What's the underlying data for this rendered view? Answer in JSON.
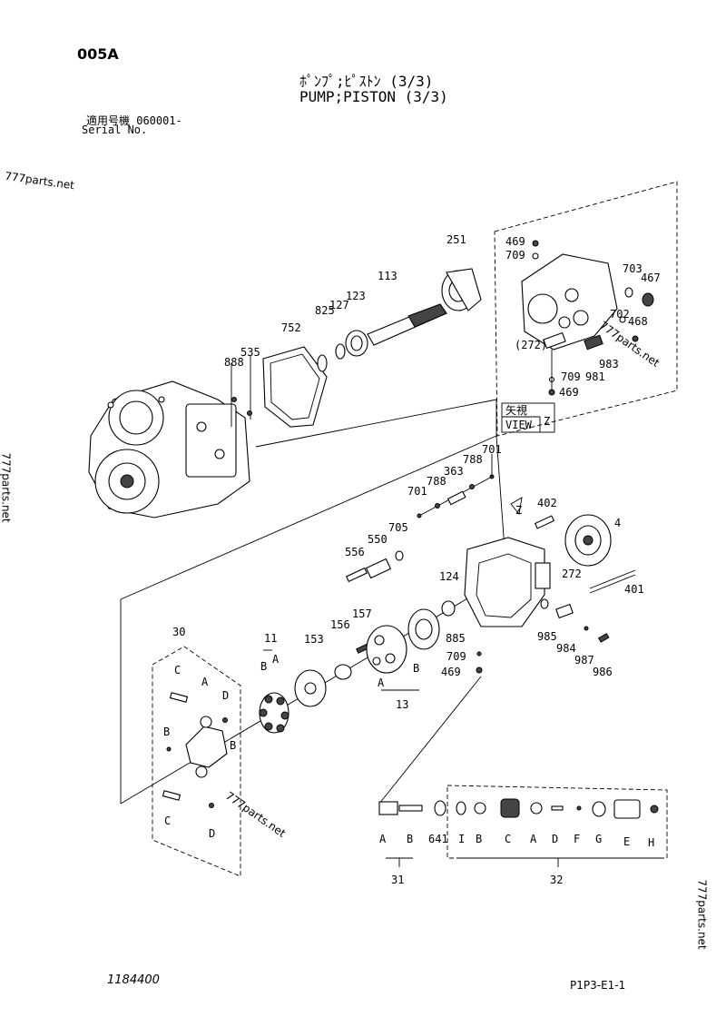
{
  "header": {
    "code": "005A",
    "title_jp": "ﾎﾟﾝﾌﾟ;ﾋﾟｽﾄﾝ (3/3)",
    "title_en": "PUMP;PISTON (3/3)",
    "serial_jp": "適用号機  060001-",
    "serial_en": "Serial No."
  },
  "watermark": "777parts.net",
  "footer": {
    "drawing_no": "1184400",
    "page_ref": "P1P3-E1-1"
  },
  "view_label": {
    "jp": "矢視",
    "en": "VIEW",
    "letter": "Z"
  },
  "callouts": {
    "p251": "251",
    "p113": "113",
    "p123": "123",
    "p127": "127",
    "p825": "825",
    "p752": "752",
    "p535": "535",
    "p888": "888",
    "p469a": "469",
    "p709a": "709",
    "p703": "703",
    "p467": "467",
    "p702": "702",
    "p468": "468",
    "p272a": "(272)",
    "p983": "983",
    "p709b": "709",
    "p981": "981",
    "p469b": "469",
    "p701a": "701",
    "p788a": "788",
    "p363": "363",
    "p788b": "788",
    "p701b": "701",
    "z_label": "Z",
    "p402": "402",
    "p4": "4",
    "p705": "705",
    "p550": "550",
    "p556": "556",
    "p272b": "272",
    "p401": "401",
    "p124": "124",
    "p885": "885",
    "p709c": "709",
    "p469c": "469",
    "p985": "985",
    "p984": "984",
    "p987": "987",
    "p986": "986",
    "p157": "157",
    "p156": "156",
    "p153": "153",
    "p11": "11",
    "p11B": "B",
    "p11A": "A",
    "p13": "13",
    "p13A": "A",
    "p13B": "B",
    "p30": "30",
    "p30C1": "C",
    "p30A": "A",
    "p30D1": "D",
    "p30B1": "B",
    "p30B2": "B",
    "p30C2": "C",
    "p30D2": "D",
    "p31A": "A",
    "p31B": "B",
    "p641": "641",
    "p31": "31",
    "p32I": "I",
    "p32B": "B",
    "p32C": "C",
    "p32A": "A",
    "p32D": "D",
    "p32F": "F",
    "p32G": "G",
    "p32E": "E",
    "p32H": "H",
    "p32": "32"
  }
}
